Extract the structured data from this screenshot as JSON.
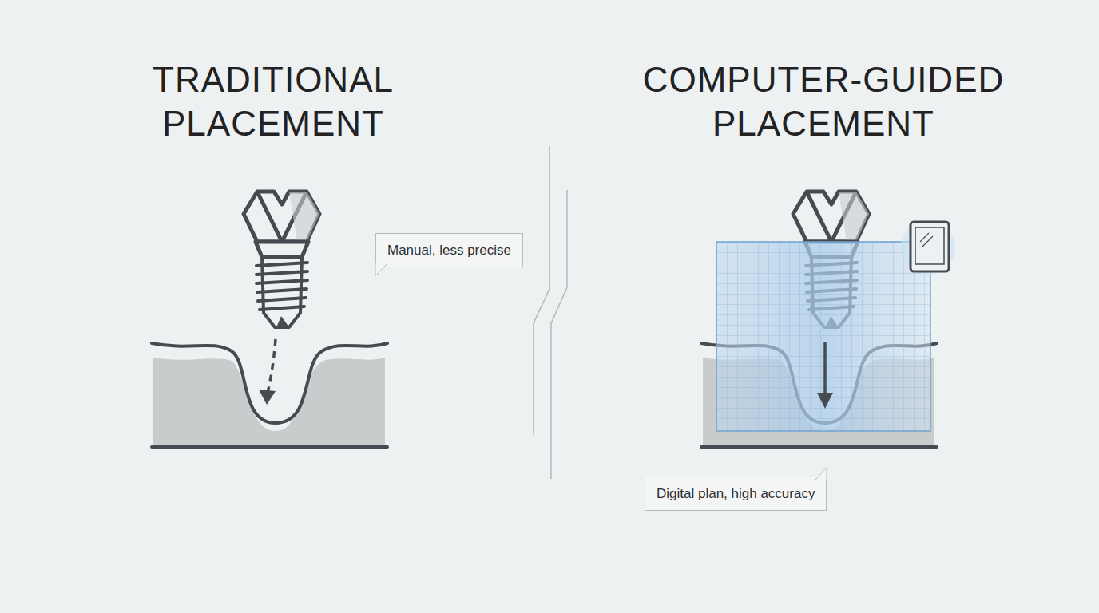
{
  "diagram": {
    "nodes": [
      {
        "text": [
          "Manual, less precise"
        ]
      },
      {
        "text": [
          "Digital plan, high accuracy"
        ]
      }
    ],
    "labels": [
      "TRADITIONAL PLACEMENT",
      "COMPUTER-GUIDED PLACEMENT"
    ]
  }
}
